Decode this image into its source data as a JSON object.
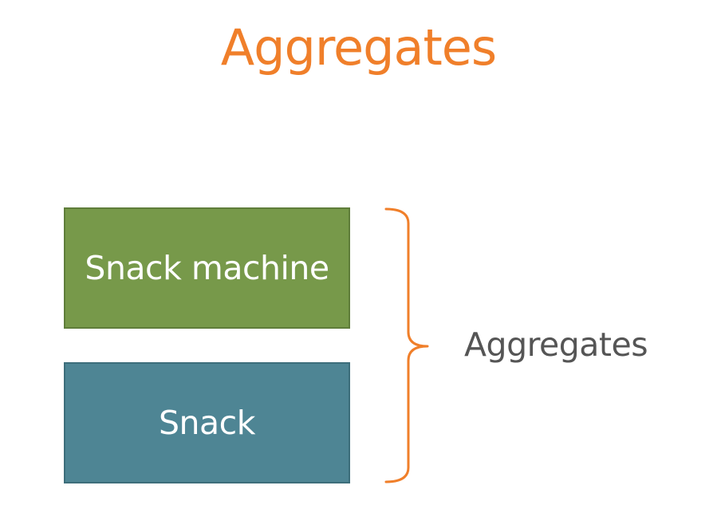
{
  "title": "Aggregates",
  "boxes": [
    {
      "label": "Snack machine",
      "color": "#77994a"
    },
    {
      "label": "Snack",
      "color": "#4e8594"
    }
  ],
  "brace": {
    "label": "Aggregates",
    "color": "#f07f2a"
  },
  "colors": {
    "title": "#f07f2a",
    "side_label": "#555555",
    "box_text": "#ffffff"
  }
}
